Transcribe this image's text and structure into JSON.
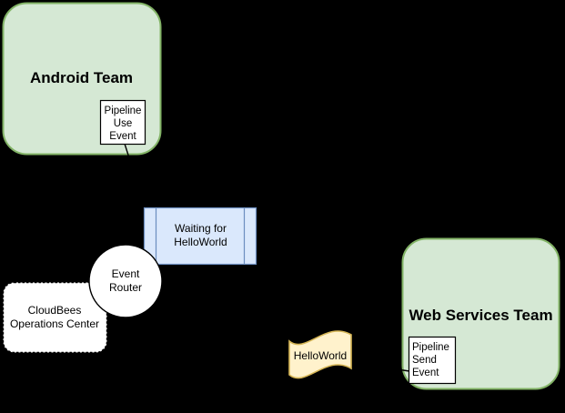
{
  "diagram": {
    "background": "#000000",
    "connector_color": "#000000",
    "nodes": {
      "android_team": {
        "label": "Android Team",
        "fill": "#d5e8d4",
        "stroke": "#82b366",
        "shape": "rounded-rectangle"
      },
      "web_services_team": {
        "label": "Web Services Team",
        "fill": "#d5e8d4",
        "stroke": "#82b366",
        "shape": "rounded-rectangle"
      },
      "pipeline_use_event": {
        "label": "Pipeline\nUse\nEvent",
        "fill": "#ffffff",
        "stroke": "#000000",
        "shape": "rectangle"
      },
      "pipeline_send_event": {
        "label": "Pipeline\nSend\nEvent",
        "fill": "#ffffff",
        "stroke": "#000000",
        "shape": "rectangle"
      },
      "waiting_for_helloworld": {
        "label": "Waiting for\nHelloWorld",
        "fill": "#dae8fc",
        "stroke": "#6c8ebf",
        "shape": "predefined-process"
      },
      "event_router": {
        "label": "Event\nRouter",
        "fill": "#ffffff",
        "stroke": "#000000",
        "shape": "circle"
      },
      "cloudbees_operations_center": {
        "label": "CloudBees\nOperations Center",
        "fill": "#ffffff",
        "stroke": "#000000",
        "shape": "dashed-rounded-rectangle"
      },
      "helloworld": {
        "label": "HelloWorld",
        "fill": "#fff2cc",
        "stroke": "#d6b656",
        "shape": "wave"
      }
    },
    "connectors": [
      {
        "from": "pipeline_use_event",
        "to": "event_router"
      },
      {
        "from": "helloworld",
        "to": "pipeline_send_event"
      }
    ]
  }
}
